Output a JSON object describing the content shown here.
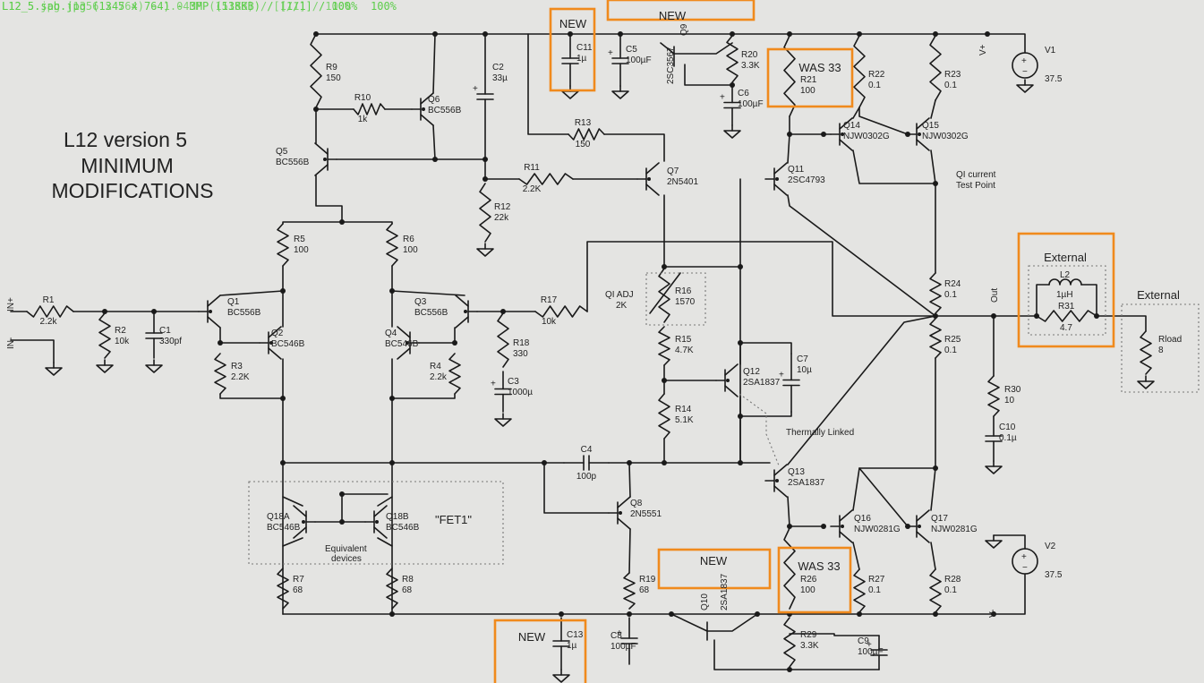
{
  "viewer": {
    "file_line_a": "L12_5.sab.jpg (1345 x 764) - 3MP (138KB) / [1/1] / 100%",
    "file_line_b": "L12_5.jpg (1356 x 764) - 1.04MP (151KB) / [1/1] / 100%",
    "zoom": "100%"
  },
  "title": [
    "L12 version 5",
    "MINIMUM",
    "MODIFICATIONS"
  ],
  "annotations": {
    "new": "NEW",
    "was33": "WAS 33",
    "external": "External",
    "fet1": "\"FET1\"",
    "equiv": [
      "Equivalent",
      "devices"
    ],
    "qi_adj": [
      "QI ADJ",
      "2K"
    ],
    "thermal": "Thermally Linked",
    "qi_current": [
      "QI current",
      "Test Point"
    ]
  },
  "ports": {
    "in_p": "IN+",
    "in_n": "IN-",
    "out": "Out",
    "vplus": "V+",
    "vminus": "V-"
  },
  "components": {
    "R1": [
      "R1",
      "2.2k"
    ],
    "R2": [
      "R2",
      "10k"
    ],
    "C1": [
      "C1",
      "330pf"
    ],
    "Q1": [
      "Q1",
      "BC556B"
    ],
    "Q2": [
      "Q2",
      "BC546B"
    ],
    "R3": [
      "R3",
      "2.2K"
    ],
    "Q3": [
      "Q3",
      "BC556B"
    ],
    "Q4": [
      "Q4",
      "BC546B"
    ],
    "R4": [
      "R4",
      "2.2k"
    ],
    "R5": [
      "R5",
      "100"
    ],
    "R6": [
      "R6",
      "100"
    ],
    "Q5": [
      "Q5",
      "BC556B"
    ],
    "R9": [
      "R9",
      "150"
    ],
    "R10": [
      "R10",
      "1k"
    ],
    "Q6": [
      "Q6",
      "BC556B"
    ],
    "C2": [
      "C2",
      "33µ"
    ],
    "R11": [
      "R11",
      "2.2K"
    ],
    "R12": [
      "R12",
      "22k"
    ],
    "R13": [
      "R13",
      "150"
    ],
    "C11": [
      "C11",
      "1µ"
    ],
    "C5": [
      "C5",
      "100µF"
    ],
    "Q9": [
      "Q9",
      "2SC3567"
    ],
    "R20": [
      "R20",
      "3.3K"
    ],
    "C6": [
      "C6",
      "100µF"
    ],
    "Q7": [
      "Q7",
      "2N5401"
    ],
    "R21": [
      "R21",
      "100"
    ],
    "R22": [
      "R22",
      "0.1"
    ],
    "R23": [
      "R23",
      "0.1"
    ],
    "V1": [
      "V1",
      "37.5"
    ],
    "Q14": [
      "Q14",
      "NJW0302G"
    ],
    "Q15": [
      "Q15",
      "NJW0302G"
    ],
    "Q11": [
      "Q11",
      "2SC4793"
    ],
    "R16": [
      "R16",
      "1570"
    ],
    "R15": [
      "R15",
      "4.7K"
    ],
    "R14": [
      "R14",
      "5.1K"
    ],
    "Q12": [
      "Q12",
      "2SA1837"
    ],
    "C7": [
      "C7",
      "10µ"
    ],
    "Q13": [
      "Q13",
      "2SA1837"
    ],
    "R24": [
      "R24",
      "0.1"
    ],
    "R25": [
      "R25",
      "0.1"
    ],
    "L2": [
      "L2",
      "1µH"
    ],
    "R31": [
      "R31",
      "4.7"
    ],
    "Rload": [
      "Rload",
      "8"
    ],
    "R30": [
      "R30",
      "10"
    ],
    "C10": [
      "C10",
      "0.1µ"
    ],
    "R17": [
      "R17",
      "10k"
    ],
    "R18": [
      "R18",
      "330"
    ],
    "C3": [
      "C3",
      "1000µ"
    ],
    "C4": [
      "C4",
      "100p"
    ],
    "Q8": [
      "Q8",
      "2N5551"
    ],
    "R19": [
      "R19",
      "68"
    ],
    "Q18A": [
      "Q18A",
      "BC546B"
    ],
    "Q18B": [
      "Q18B",
      "BC546B"
    ],
    "R7": [
      "R7",
      "68"
    ],
    "R8": [
      "R8",
      "68"
    ],
    "Q10": [
      "Q10",
      "2SA1837"
    ],
    "R26": [
      "R26",
      "100"
    ],
    "R27": [
      "R27",
      "0.1"
    ],
    "R28": [
      "R28",
      "0.1"
    ],
    "Q16": [
      "Q16",
      "NJW0281G"
    ],
    "Q17": [
      "Q17",
      "NJW0281G"
    ],
    "V2": [
      "V2",
      "37.5"
    ],
    "R29": [
      "R29",
      "3.3K"
    ],
    "C9": [
      "C9",
      "100µF"
    ],
    "C8": [
      "C8",
      "100µF"
    ],
    "C13": [
      "C13",
      "1µ"
    ]
  },
  "colors": {
    "highlight": "#f08a1d",
    "wire": "#1a1a1a",
    "background": "#e4e4e2",
    "viewer_text": "#5ccd4a"
  }
}
